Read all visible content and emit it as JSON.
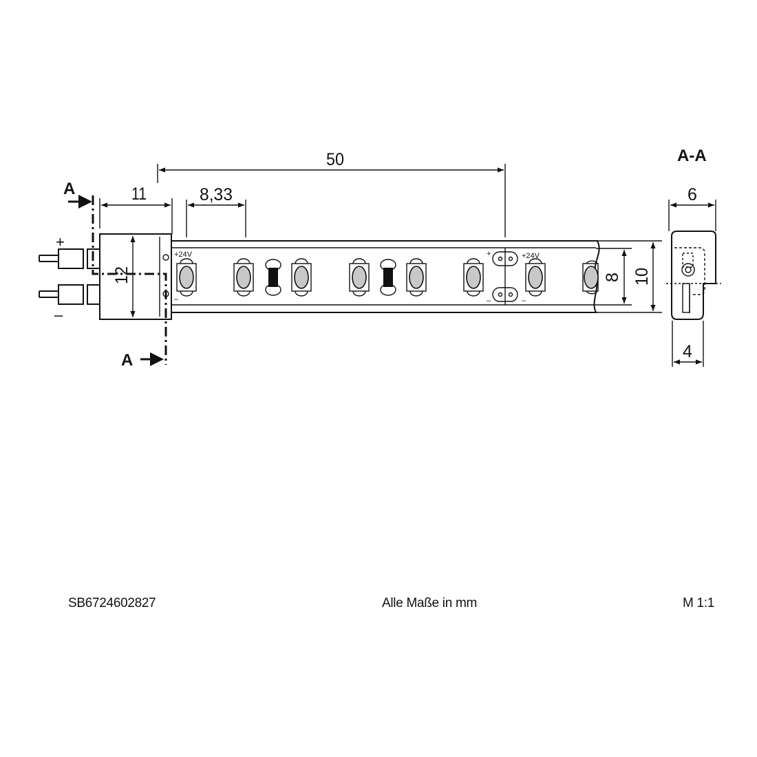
{
  "dimensions": {
    "pitch_50": "50",
    "connector_11": "11",
    "led_pitch": "8,33",
    "connector_height": "12",
    "strip_width_8": "8",
    "strip_width_10": "10",
    "section_width_6": "6",
    "section_width_4": "4"
  },
  "section": {
    "marker_left_top": "A",
    "marker_left_bottom": "A",
    "section_title": "A-A"
  },
  "polarity": {
    "plus": "+",
    "minus": "–",
    "voltage_label_1": "+24V",
    "voltage_label_2": "+24V",
    "pad_plus": "+",
    "pad_minus": "–",
    "pad_minus_2": "–",
    "pad_minus_3": "–"
  },
  "footer": {
    "article_number": "SB6724602827",
    "units_note": "Alle Maße in mm",
    "scale": "M 1:1"
  },
  "colors": {
    "line": "#111111",
    "led": "#c8c8c8",
    "resistor": "#111111"
  }
}
